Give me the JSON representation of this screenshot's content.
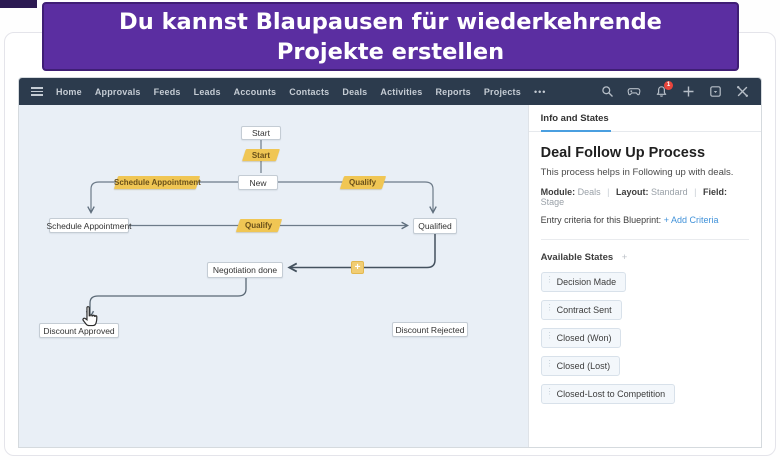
{
  "banner": {
    "text": "Du kannst Blaupausen für wiederkehrende Projekte erstellen"
  },
  "navbar": {
    "items": [
      "Home",
      "Approvals",
      "Feeds",
      "Leads",
      "Accounts",
      "Contacts",
      "Deals",
      "Activities",
      "Reports",
      "Projects"
    ],
    "more_label": "•••",
    "notification_count": "1"
  },
  "sidebar": {
    "tab": "Info and States",
    "title": "Deal Follow Up Process",
    "description": "This process helps in Following up with deals.",
    "meta": {
      "module_label": "Module:",
      "module_value": "Deals",
      "layout_label": "Layout:",
      "layout_value": "Standard",
      "field_label": "Field:",
      "field_value": "Stage",
      "separator": "|"
    },
    "entry_label": "Entry criteria for this Blueprint:",
    "entry_link": "+ Add Criteria",
    "available_states_label": "Available States",
    "available_states_plus": "+",
    "states": [
      "Decision Made",
      "Contract Sent",
      "Closed (Won)",
      "Closed (Lost)",
      "Closed-Lost to Competition"
    ]
  },
  "flowchart": {
    "nodes": {
      "start": "Start",
      "new": "New",
      "schedule_appointment": "Schedule Appointment",
      "qualified": "Qualified",
      "negotiation_done": "Negotiation done",
      "discount_approved": "Discount Approved",
      "discount_rejected": "Discount Rejected"
    },
    "transitions": {
      "start": "Start",
      "schedule_appointment": "Schedule Appointment",
      "qualify_from_new": "Qualify",
      "qualify_from_schedule": "Qualify"
    },
    "add_transition_label": "+"
  },
  "colors": {
    "banner_purple": "#5b2ea1",
    "banner_border": "#3f1e75",
    "navbar_dark": "#2c3b4d",
    "canvas_blue": "#e9eff6",
    "transition_gold": "#f0c654",
    "link_blue": "#4192d9",
    "badge_red": "#e8453c",
    "tab_underline": "#4a9fe0"
  }
}
